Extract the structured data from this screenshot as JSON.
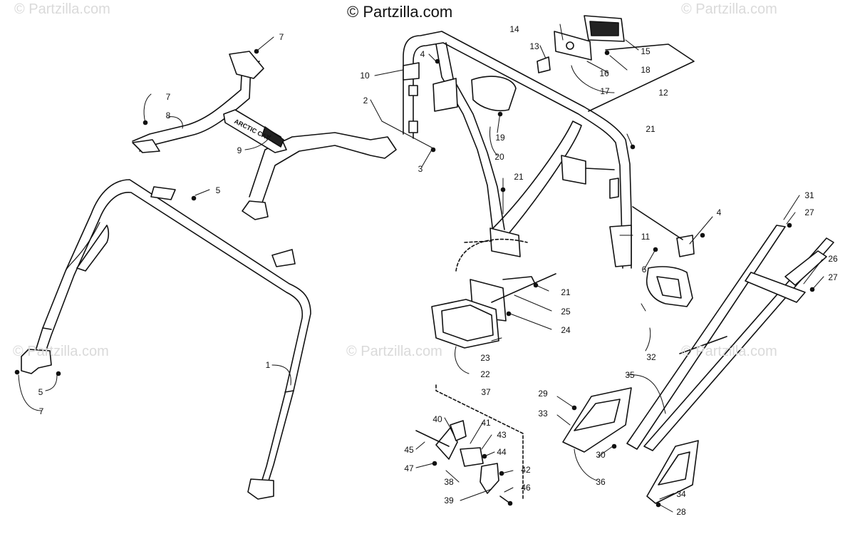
{
  "brand": "© Partzilla.com",
  "watermark": "© Partzilla.com",
  "decal_text": "ARCTIC CAT",
  "callouts": [
    "1",
    "2",
    "3",
    "4",
    "4",
    "5",
    "5",
    "6",
    "7",
    "7",
    "7",
    "8",
    "9",
    "10",
    "11",
    "12",
    "13",
    "14",
    "15",
    "16",
    "17",
    "18",
    "19",
    "20",
    "21",
    "21",
    "21",
    "21",
    "22",
    "23",
    "24",
    "25",
    "26",
    "27",
    "27",
    "28",
    "29",
    "30",
    "31",
    "32",
    "33",
    "34",
    "35",
    "36",
    "37",
    "38",
    "39",
    "40",
    "41",
    "42",
    "43",
    "44",
    "45",
    "46",
    "47"
  ],
  "colors": {
    "line": "#111111",
    "watermark": "#dadada",
    "background": "#ffffff"
  }
}
